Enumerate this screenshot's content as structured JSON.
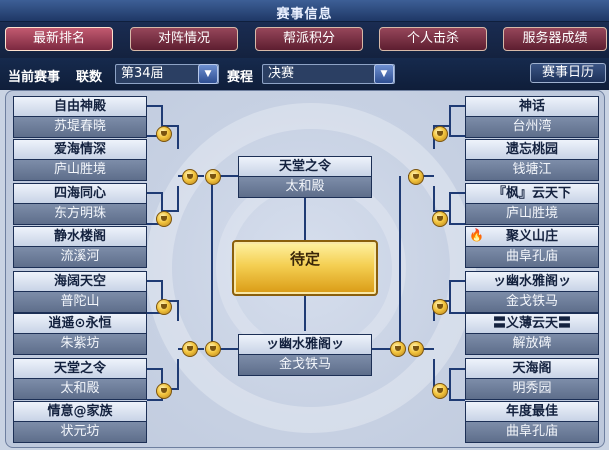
{
  "window": {
    "title": "赛事信息"
  },
  "tabs": [
    "最新排名",
    "对阵情况",
    "帮派积分",
    "个人击杀",
    "服务器成绩"
  ],
  "filters": {
    "current_label": "当前赛事",
    "season_label": "联数",
    "season_value": "第34届",
    "stage_label": "赛程",
    "stage_value": "决赛",
    "calendar_label": "赛事日历"
  },
  "bracket": {
    "left": [
      {
        "name": "自由神殿",
        "server": "苏堤春晓"
      },
      {
        "name": "爱海情深",
        "server": "庐山胜境"
      },
      {
        "name": "四海同心",
        "server": "东方明珠"
      },
      {
        "name": "静水楼阁",
        "server": "流溪河"
      },
      {
        "name": "海阔天空",
        "server": "普陀山"
      },
      {
        "name": "逍遥⊙永恒",
        "server": "朱紫坊"
      },
      {
        "name": "天堂之令",
        "server": "太和殿"
      },
      {
        "name": "情意@家族",
        "server": "状元坊"
      }
    ],
    "right": [
      {
        "name": "神话",
        "server": "台州湾"
      },
      {
        "name": "遗忘桃园",
        "server": "钱塘江"
      },
      {
        "name": "『枫』云天下",
        "server": "庐山胜境"
      },
      {
        "name": "聚义山庄",
        "server": "曲阜孔庙"
      },
      {
        "name": "ッ幽水雅阁ッ",
        "server": "金戈铁马"
      },
      {
        "name": "〓义薄云天〓",
        "server": "解放碑"
      },
      {
        "name": "天海阁",
        "server": "明秀园"
      },
      {
        "name": "年度最佳",
        "server": "曲阜孔庙"
      }
    ],
    "finalist_top": {
      "name": "天堂之令",
      "server": "太和殿"
    },
    "finalist_bottom": {
      "name": "ッ幽水雅阁ッ",
      "server": "金戈铁马"
    },
    "champion_status": "待定"
  },
  "colors": {
    "tab_active": "#7c2940",
    "tab_inactive": "#5d1e30",
    "card_name_bg": "#dfe6f3",
    "card_server_bg": "#6e7e9b",
    "bracket_line": "#1f3b74",
    "cup_gold": "#f3c53e",
    "pending_gold": "#f4cf52"
  }
}
